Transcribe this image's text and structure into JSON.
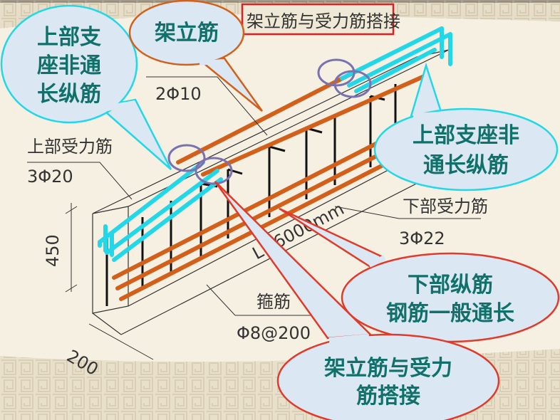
{
  "title": "架立筋与受力筋搭接",
  "annotations": {
    "erection_bar_spec": "2Φ10",
    "top_bar_label": "上部受力筋",
    "top_bar_spec": "3Φ20",
    "bottom_bar_label": "下部受力筋",
    "bottom_bar_spec": "3Φ22",
    "stirrup_label": "箍筋",
    "stirrup_spec": "Φ8@200",
    "length": "L=6000mm",
    "height": "450",
    "width": "200"
  },
  "callouts": {
    "left_support": [
      "上部支",
      "座非通",
      "长纵筋"
    ],
    "erection": "架立筋",
    "right_support": [
      "上部支座非",
      "通长纵筋"
    ],
    "bottom": [
      "下部纵筋",
      "钢筋一般通长"
    ],
    "lap": [
      "架立筋与受力",
      "筋搭接"
    ]
  },
  "colors": {
    "cyan": "#22d8e8",
    "orange": "#d2601a",
    "red": "#e03a2a",
    "bubble": "#dbe8f4",
    "text": "#10706a"
  }
}
